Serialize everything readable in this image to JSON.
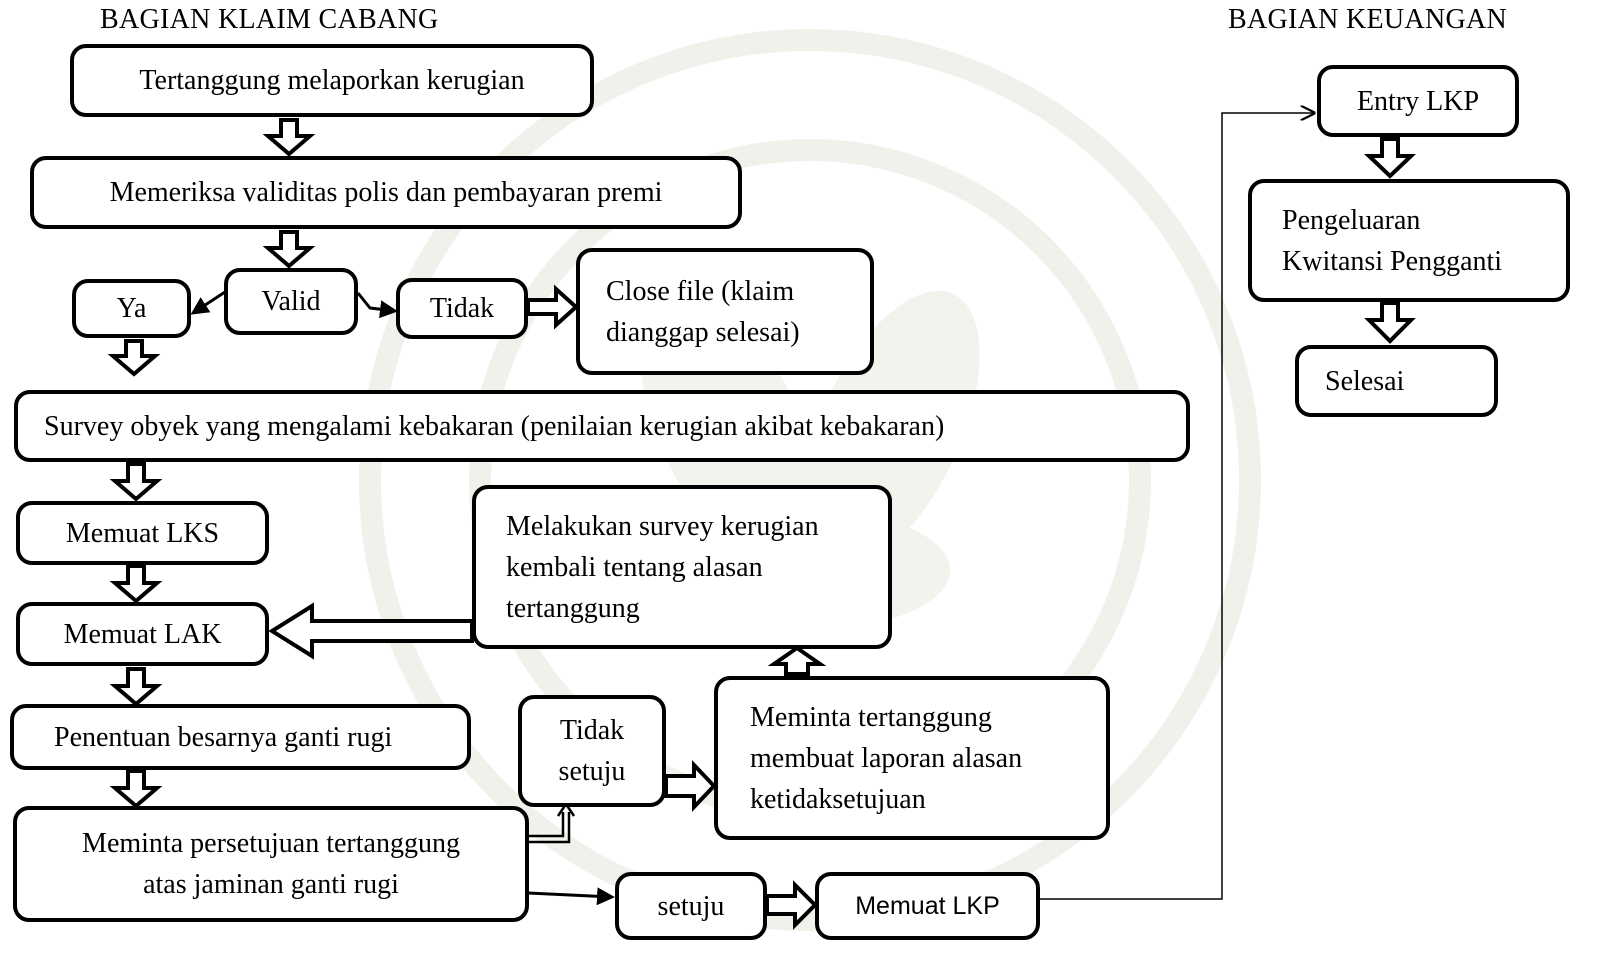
{
  "lanes": {
    "left": "BAGIAN KLAIM CABANG",
    "right": "BAGIAN KEUANGAN"
  },
  "nodes": {
    "n1": "Tertanggung melaporkan kerugian",
    "n2": "Memeriksa validitas polis dan pembayaran premi",
    "valid": "Valid",
    "ya": "Ya",
    "tidak": "Tidak",
    "close": "Close file (klaim\ndianggap selesai)",
    "survey": "Survey obyek yang mengalami kebakaran (penilaian kerugian akibat kebakaran)",
    "lks": "Memuat LKS",
    "lak": "Memuat LAK",
    "survey2": "Melakukan survey kerugian\nkembali tentang alasan\ntertanggung",
    "penentuan": "Penentuan besarnya ganti rugi",
    "tidak_setuju": "Tidak\nsetuju",
    "meminta_laporan": "Meminta tertanggung\nmembuat laporan alasan\nketidaksetujuan",
    "persetujuan": "Meminta persetujuan tertanggung\natas jaminan ganti rugi",
    "setuju": "setuju",
    "lkp_cabang": "Memuat LKP",
    "entry_lkp": "Entry LKP",
    "pengeluaran": "Pengeluaran\nKwitansi Pengganti",
    "selesai": "Selesai"
  }
}
